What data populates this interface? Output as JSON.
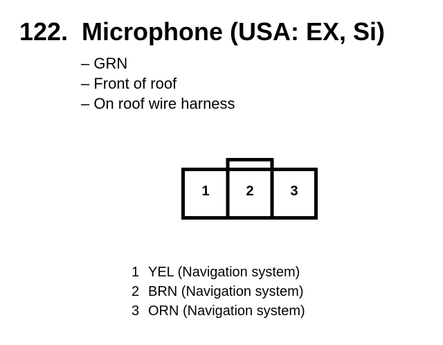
{
  "header": {
    "number": "122.",
    "title": "Microphone (USA: EX, Si)"
  },
  "details": [
    "– GRN",
    "– Front of roof",
    "– On roof wire harness"
  ],
  "connector": {
    "terminals": [
      "1",
      "2",
      "3"
    ]
  },
  "pins": [
    {
      "number": "1",
      "description": "YEL (Navigation system)"
    },
    {
      "number": "2",
      "description": "BRN (Navigation system)"
    },
    {
      "number": "3",
      "description": "ORN (Navigation system)"
    }
  ]
}
